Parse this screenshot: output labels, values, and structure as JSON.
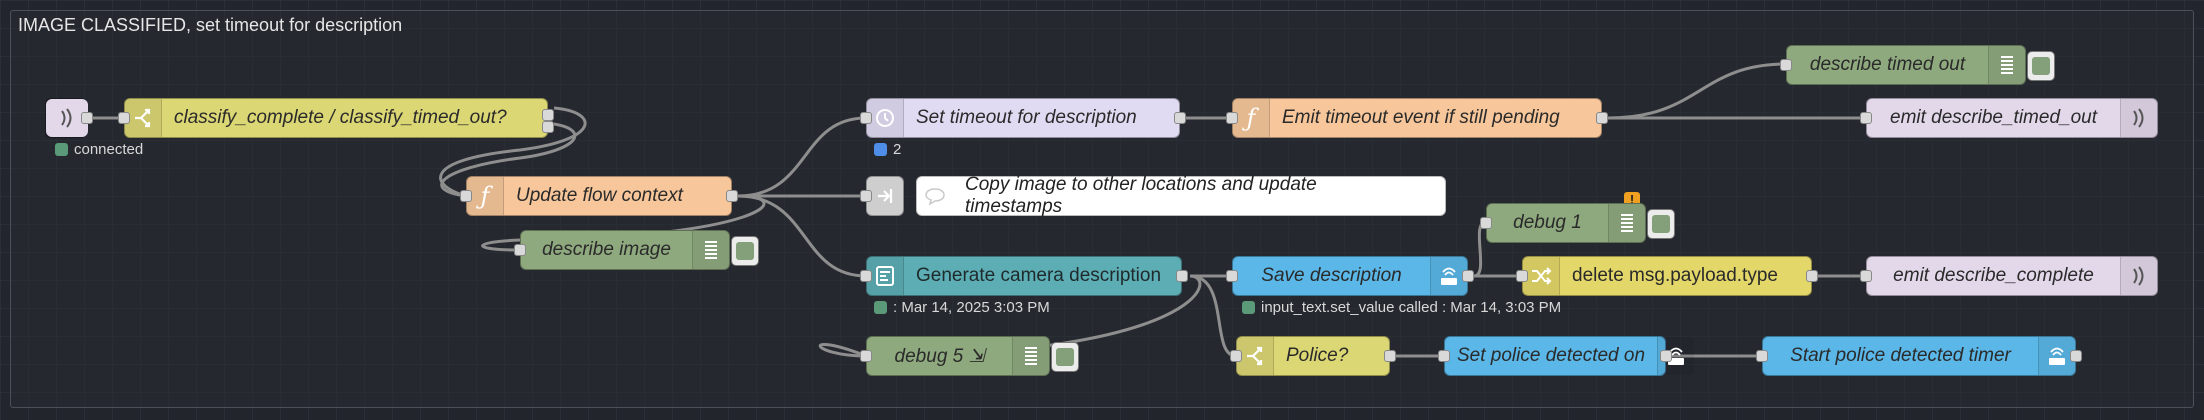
{
  "group": {
    "label": "IMAGE CLASSIFIED, set timeout for description"
  },
  "colors": {
    "event": "#e2d8ea",
    "switch": "#dcd775",
    "function": "#f7c79b",
    "delay": "#e0dbf2",
    "link": "#dedede",
    "comment": "#ffffff",
    "debug": "#8fa97f",
    "llm": "#5dadb4",
    "ha_service": "#5ab7e8",
    "change": "#e3d76a",
    "wire": "#8e8e8e"
  },
  "nodes": {
    "event_in": {
      "icon": "event-icon"
    },
    "classify_switch": {
      "label": "classify_complete / classify_timed_out?",
      "icon": "switch-icon"
    },
    "update_context": {
      "label": "Update flow context",
      "icon": "function-icon"
    },
    "describe_image": {
      "label": "describe image",
      "icon": "debug-list-icon"
    },
    "set_timeout": {
      "label": "Set timeout for description",
      "icon": "timer-icon"
    },
    "emit_timeout_fn": {
      "label": "Emit timeout event if still pending",
      "icon": "function-icon"
    },
    "describe_timed_out": {
      "label": "describe timed out",
      "icon": "debug-list-icon"
    },
    "emit_describe_timed_out": {
      "label": "emit describe_timed_out",
      "icon": "event-icon"
    },
    "link_out": {
      "icon": "link-out-icon"
    },
    "comment": {
      "label": "Copy image to other locations and update timestamps",
      "icon": "comment-icon"
    },
    "debug1": {
      "label": "debug 1",
      "icon": "debug-list-icon"
    },
    "generate_desc": {
      "label": "Generate camera description",
      "icon": "llm-icon"
    },
    "save_desc": {
      "label": "Save description",
      "icon": "ha-service-icon"
    },
    "delete_type": {
      "label": "delete msg.payload.type",
      "icon": "shuffle-icon"
    },
    "emit_describe_complete": {
      "label": "emit describe_complete",
      "icon": "event-icon"
    },
    "debug5": {
      "label": "debug 5 ⇲",
      "icon": "debug-list-icon"
    },
    "police": {
      "label": "Police?",
      "icon": "switch-icon"
    },
    "set_police": {
      "label": "Set police detected on",
      "icon": "ha-service-icon"
    },
    "start_police_timer": {
      "label": "Start police detected timer",
      "icon": "ha-service-icon"
    }
  },
  "status": {
    "event_in": {
      "text": "connected",
      "color": "#5b9a78"
    },
    "set_timeout": {
      "text": "2",
      "color": "#4e8ee8"
    },
    "generate_desc": {
      "text": ": Mar 14, 2025 3:03 PM",
      "color": "#5b9a78"
    },
    "save_desc": {
      "text": "input_text.set_value called : Mar 14, 3:03 PM",
      "color": "#5b9a78"
    }
  },
  "warning": {
    "text": "!"
  }
}
